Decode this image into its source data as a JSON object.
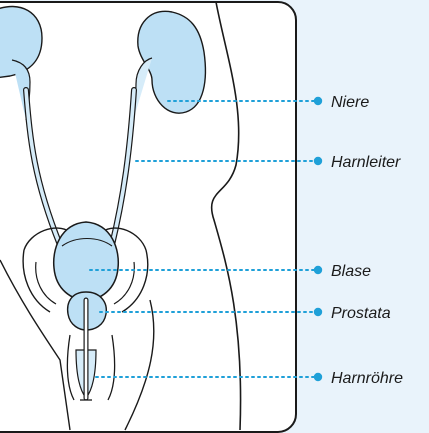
{
  "labels": {
    "niere": "Niere",
    "harnleiter": "Harnleiter",
    "blase": "Blase",
    "prostata": "Prostata",
    "harnroehre": "Harnröhre"
  },
  "colors": {
    "background": "#e9f3fb",
    "panel": "#ffffff",
    "organ_fill": "#bde0f5",
    "organ_fill_light": "#d6ecf9",
    "outline": "#1a1a1a",
    "leader_dot": "#1fa0d8"
  }
}
